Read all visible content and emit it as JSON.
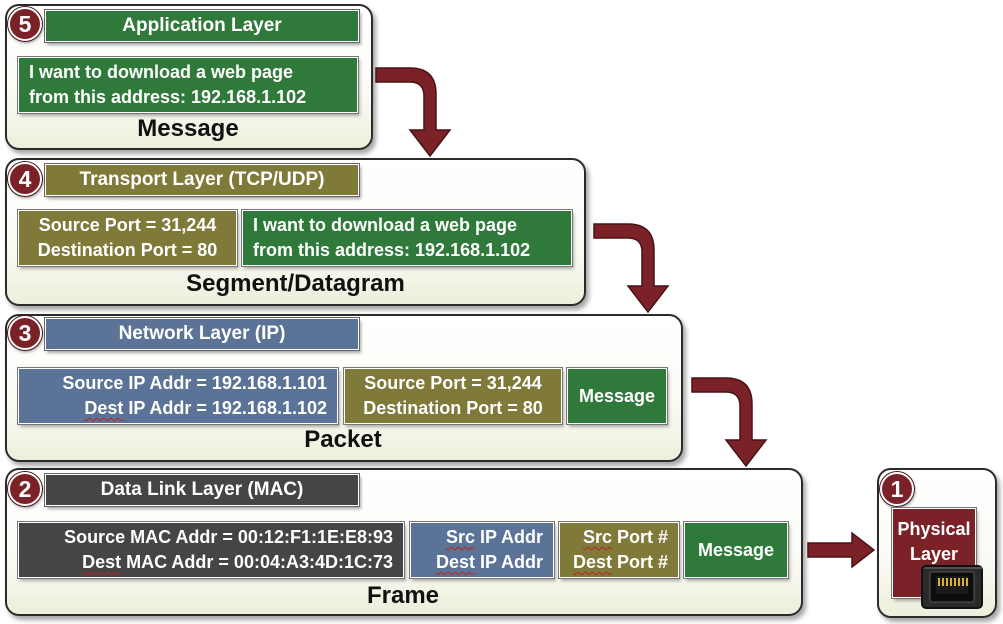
{
  "layers": {
    "l5": {
      "number": "5",
      "title": "Application Layer",
      "message_line1": "I want to download a web page",
      "message_line2": "from this address: 192.168.1.102",
      "pdu": "Message"
    },
    "l4": {
      "number": "4",
      "title": "Transport Layer (TCP/UDP)",
      "port_line1": "Source Port = 31,244",
      "port_line2": "Destination Port = 80",
      "message_line1": "I want to download a web page",
      "message_line2": "from this address: 192.168.1.102",
      "pdu": "Segment/Datagram"
    },
    "l3": {
      "number": "3",
      "title": "Network Layer (IP)",
      "ip_line1": "Source IP Addr = 192.168.1.101",
      "ip_line2_prefix": "Dest",
      "ip_line2_rest": " IP Addr = 192.168.1.102",
      "port_line1": "Source Port = 31,244",
      "port_line2": "Destination Port = 80",
      "message": "Message",
      "pdu": "Packet"
    },
    "l2": {
      "number": "2",
      "title": "Data Link Layer (MAC)",
      "mac_line1": "Source MAC Addr = 00:12:F1:1E:E8:93",
      "mac_line2_prefix": "Dest",
      "mac_line2_rest": " MAC Addr = 00:04:A3:4D:1C:73",
      "ip_line1_prefix": "Src",
      "ip_line1_rest": " IP Addr",
      "ip_line2_prefix": "Dest",
      "ip_line2_rest": " IP Addr",
      "port_line1_prefix": "Src",
      "port_line1_rest": " Port #",
      "port_line2_prefix": "Dest",
      "port_line2_rest": " Port #",
      "message": "Message",
      "pdu": "Frame"
    },
    "l1": {
      "number": "1",
      "title_line1": "Physical",
      "title_line2": "Layer"
    }
  },
  "colors": {
    "application": "#2f7a3b",
    "transport": "#7f7a3a",
    "network": "#5b7396",
    "datalink": "#454545",
    "physical": "#7b2228",
    "arrow": "#7b2228"
  },
  "icons": [
    "ethernet-port-icon"
  ]
}
